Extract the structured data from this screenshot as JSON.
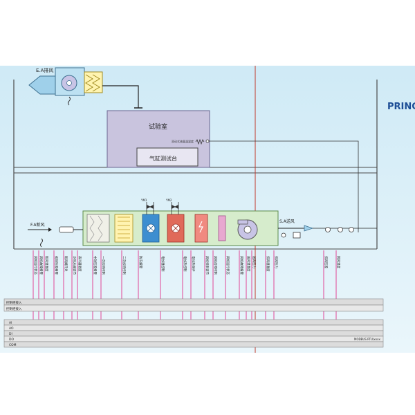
{
  "title": "PRINC",
  "exhaust_label": "E.A排风",
  "fresh_label": "F.A新风",
  "supply_label": "S.A送风",
  "room_label": "试验室",
  "cylinder_label": "气缸测试台",
  "room_sensor_label": "双动式液晶温湿度",
  "valve_labels": [
    "YM1",
    "YM2"
  ],
  "modbus_label": "MODBUS RTU/xxxx",
  "control_rows": [
    "控制柜接入",
    "控制柜接入"
  ],
  "bus_rows": [
    "AI",
    "AO",
    "DI",
    "DO",
    "COM"
  ],
  "cell_mark": "x1",
  "colors": {
    "accent": "#e0187c",
    "panel": "#c9c4de",
    "unit": "#d9eed3",
    "bg": "#dcf0f8"
  },
  "point_labels": [
    "风机运行状态",
    "风机故障报警",
    "新风温湿度",
    "初效压差报警",
    "新风阀开关",
    "冷热水阀调节",
    "表冷器温度",
    "中效压差报警",
    "一次加热控制",
    "二次加热控制",
    "防冻报警",
    "电加湿控制",
    "电加热控制",
    "电加热保护",
    "风机频率调节",
    "风机启停控制",
    "风机运行状态",
    "风机故障报警",
    "送风温湿度",
    "送风压力",
    "排风温湿度",
    "排风压力",
    "排风压差",
    "回风温度"
  ]
}
